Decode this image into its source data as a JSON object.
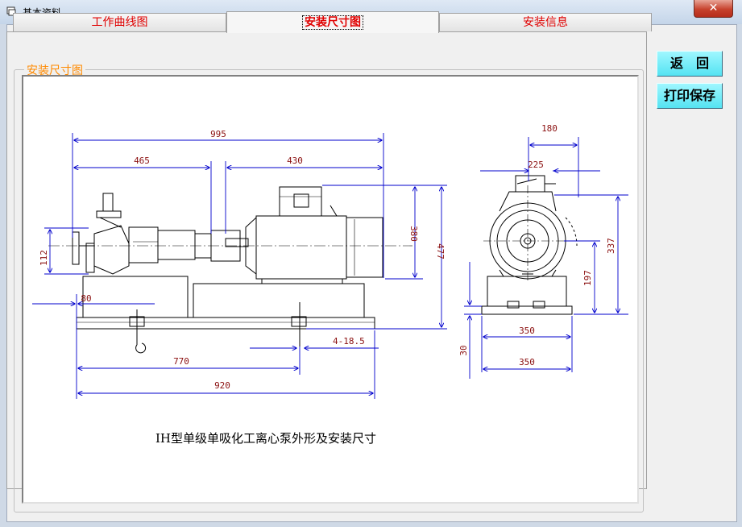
{
  "window": {
    "title": "基本资料",
    "close_glyph": "✕"
  },
  "tabs": [
    {
      "label": "工作曲线图",
      "active": false
    },
    {
      "label": "安装尺寸图",
      "active": true
    },
    {
      "label": "安装信息",
      "active": false
    }
  ],
  "groupbox": {
    "label": "安装尺寸图"
  },
  "buttons": {
    "back": "返　回",
    "print_save": "打印保存"
  },
  "drawing": {
    "caption": "IH型单级单吸化工离心泵外形及安装尺寸",
    "side_view_dims": {
      "overall_length": "995",
      "pump_part": "465",
      "motor_part": "430",
      "motor_height": "380",
      "total_height": "477",
      "nozzle_height": "112",
      "base_edge": "80",
      "bolt_spacing": "770",
      "base_length": "920",
      "bolt_holes": "4-18.5"
    },
    "end_view_dims": {
      "motor_width": "180",
      "shaft_offset": "225",
      "shaft_height": "197",
      "overall_height": "337",
      "base_top_width": "350",
      "base_bottom_width": "350",
      "base_thickness": "30"
    }
  },
  "colors": {
    "dimension_line": "#0000cc",
    "dimension_text": "#8b1010",
    "tab_text": "#e00000",
    "group_label": "#ff8a00",
    "button_bg": "#5fe6f4"
  }
}
